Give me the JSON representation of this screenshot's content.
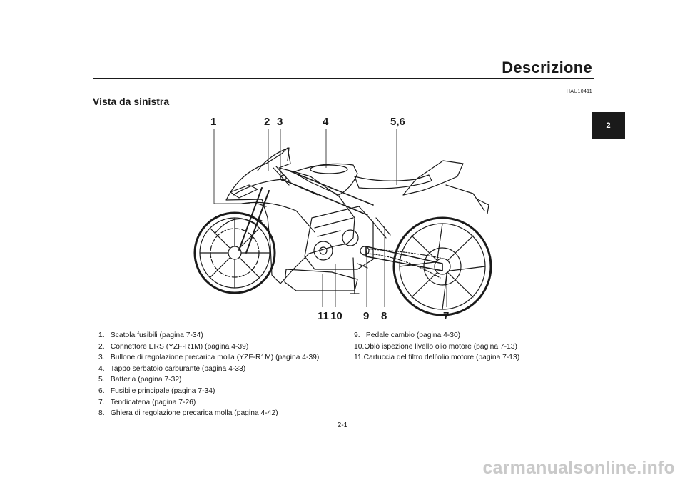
{
  "header": {
    "title": "Descrizione"
  },
  "doc_code": "HAU10411",
  "section_title": "Vista da sinistra",
  "chapter_tab": "2",
  "figure": {
    "callouts_top": [
      "1",
      "2",
      "3",
      "4",
      "5,6"
    ],
    "callouts_bottom": [
      "11",
      "10",
      "9",
      "8",
      "7"
    ]
  },
  "legend_left": [
    {
      "num": "1.",
      "text": "Scatola fusibili (pagina 7-34)"
    },
    {
      "num": "2.",
      "text": "Connettore ERS (YZF-R1M) (pagina 4-39)"
    },
    {
      "num": "3.",
      "text": "Bullone di regolazione precarica molla (YZF-R1M) (pagina 4-39)"
    },
    {
      "num": "4.",
      "text": "Tappo serbatoio carburante (pagina 4-33)"
    },
    {
      "num": "5.",
      "text": "Batteria (pagina 7-32)"
    },
    {
      "num": "6.",
      "text": "Fusibile principale (pagina 7-34)"
    },
    {
      "num": "7.",
      "text": "Tendicatena (pagina 7-26)"
    },
    {
      "num": "8.",
      "text": "Ghiera di regolazione precarica molla (pagina 4-42)"
    }
  ],
  "legend_right": [
    {
      "num": "9.",
      "text": "Pedale cambio (pagina 4-30)"
    },
    {
      "num": "10.",
      "text": "Oblò ispezione livello olio motore (pagina 7-13)"
    },
    {
      "num": "11.",
      "text": "Cartuccia del filtro dell’olio motore (pagina 7-13)"
    }
  ],
  "page_number": "2-1",
  "watermark": "carmanualsonline.info"
}
